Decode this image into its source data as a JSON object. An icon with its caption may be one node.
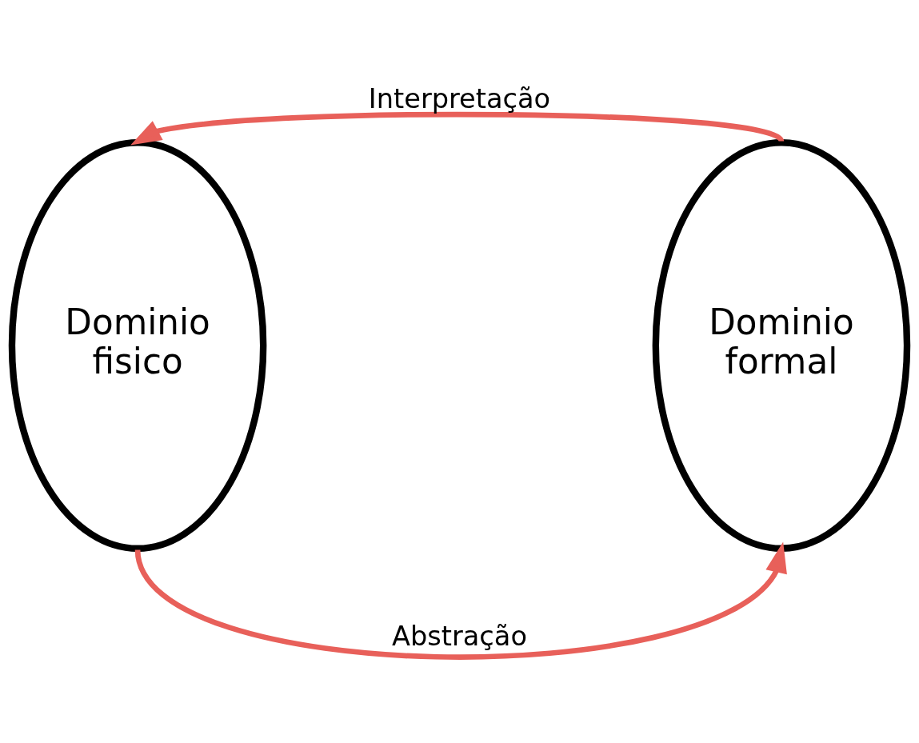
{
  "diagram": {
    "nodes": [
      {
        "text": [
          "Dominio fisico"
        ]
      },
      {
        "text": [
          "Dominio formal"
        ]
      }
    ],
    "edges": [
      {
        "from": 1,
        "to": 0,
        "arrow": "to",
        "label": "Interpretação"
      },
      {
        "from": 0,
        "to": 1,
        "arrow": "to",
        "label": "Abstração"
      }
    ]
  }
}
